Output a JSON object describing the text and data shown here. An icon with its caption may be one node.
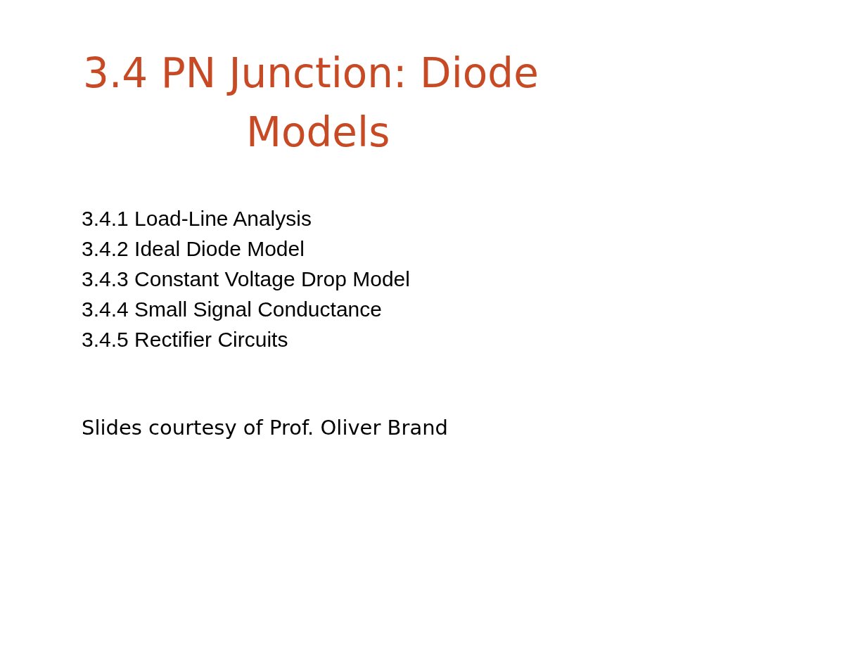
{
  "diagram": {
    "title": "3.4 PN Junction: Diode Models",
    "labels": [
      "3.4.1 Load-Line Analysis",
      "3.4.2 Ideal Diode Model",
      "3.4.3 Constant Voltage Drop Model",
      "3.4.4 Small Signal Conductance",
      "3.4.5 Rectifier Circuits",
      "Slides courtesy of Prof. Oliver Brand"
    ]
  }
}
